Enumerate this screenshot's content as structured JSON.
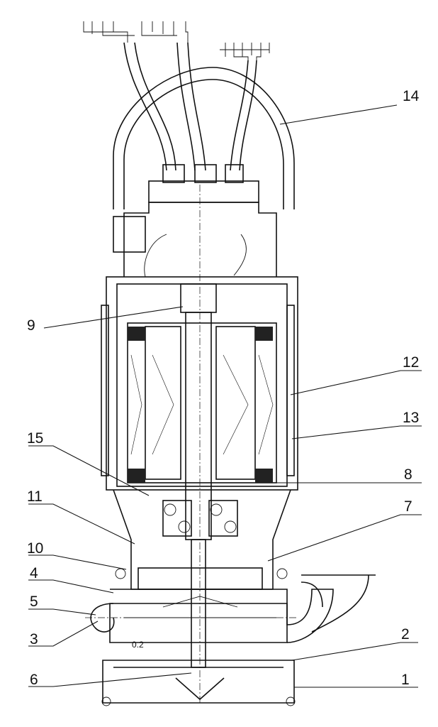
{
  "title": "Submersible slurry pump sectional drawing",
  "dimension_text": "0.2",
  "callouts": {
    "c1": "1",
    "c2": "2",
    "c3": "3",
    "c4": "4",
    "c5": "5",
    "c6": "6",
    "c7": "7",
    "c8": "8",
    "c9": "9",
    "c10": "10",
    "c11": "11",
    "c12": "12",
    "c13": "13",
    "c14": "14",
    "c15": "15"
  }
}
